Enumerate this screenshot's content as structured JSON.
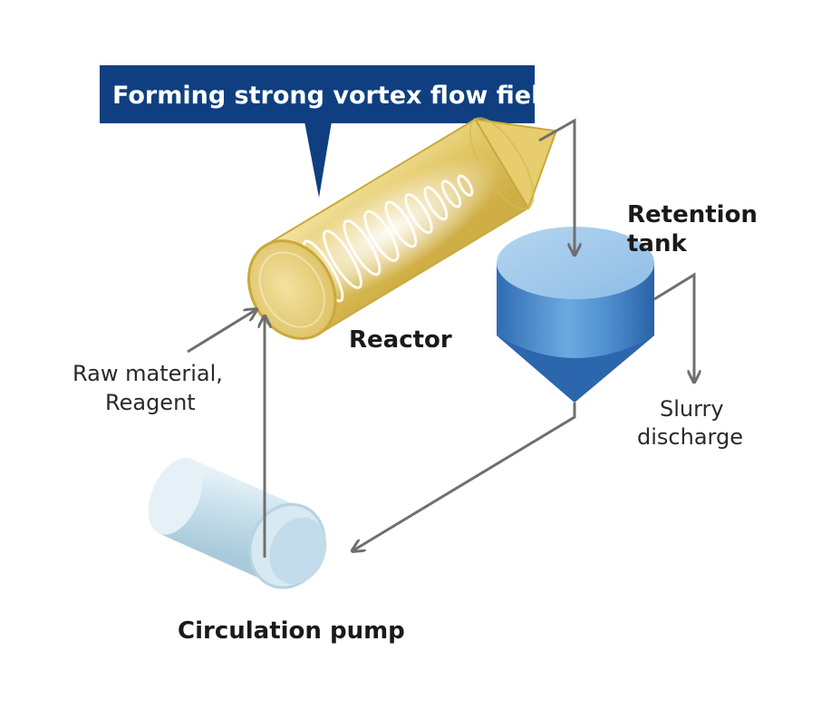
{
  "callout": {
    "text": "Forming strong vortex flow field",
    "color": "#0f3f80"
  },
  "labels": {
    "reactor": "Reactor",
    "retention_tank_line1": "Retention",
    "retention_tank_line2": "tank",
    "raw_material_line1": "Raw material,",
    "raw_material_line2": "Reagent",
    "slurry_line1": "Slurry",
    "slurry_line2": "discharge",
    "pump": "Circulation pump"
  },
  "colors": {
    "reactor_fill": "#e6cf72",
    "reactor_edge": "#c9a93a",
    "tank_fill": "#4f8fd0",
    "tank_top": "#9cc6ea",
    "pump_fill": "#c9e0ec",
    "arrow": "#6f6f6f"
  },
  "icons": {
    "reactor": "cylinder-reactor-icon",
    "tank": "conical-tank-icon",
    "pump": "cylinder-pump-icon"
  }
}
